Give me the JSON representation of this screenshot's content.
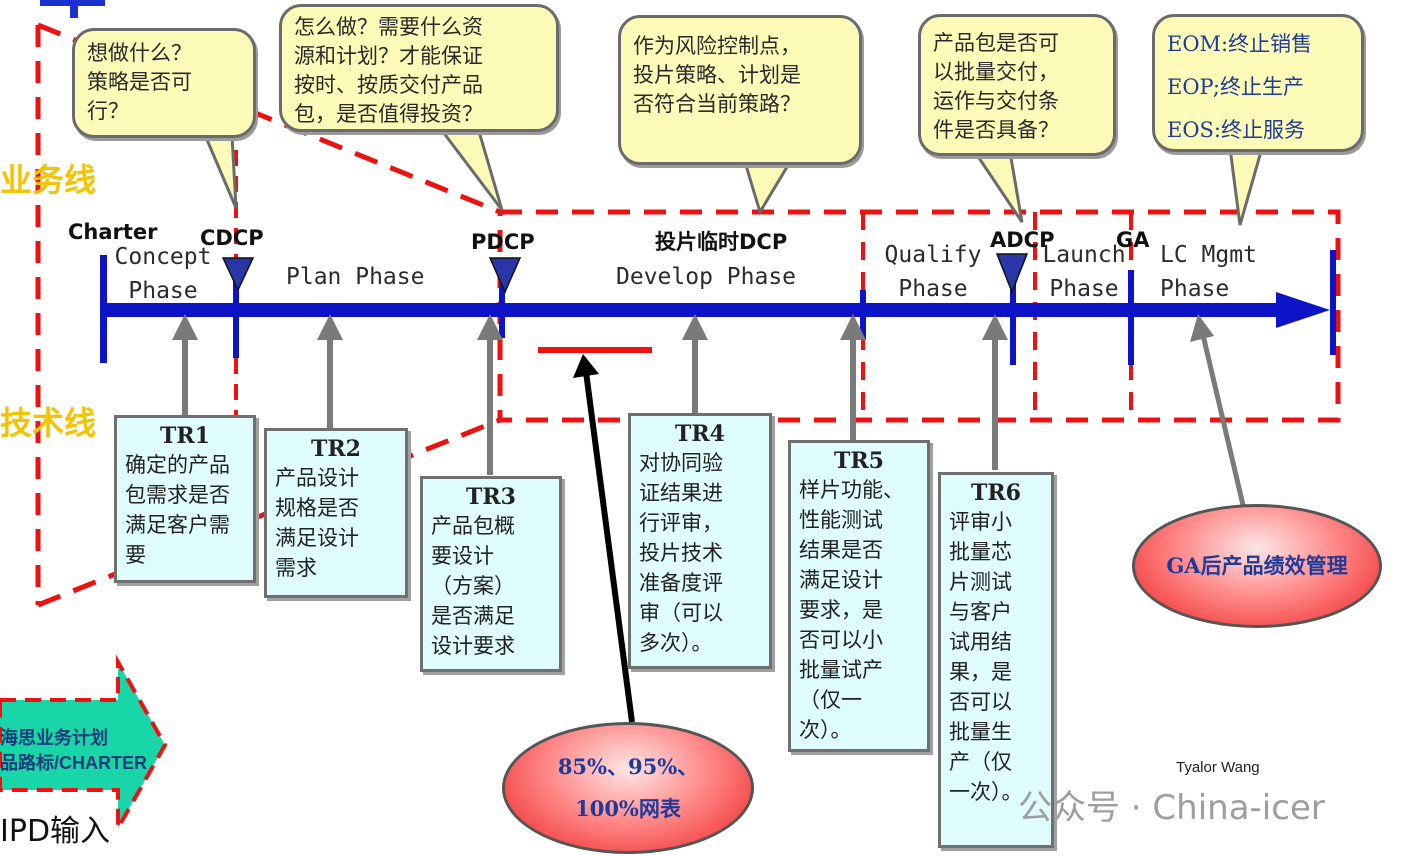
{
  "side_labels": {
    "business": "业务线",
    "technical": "技术线"
  },
  "milestones": {
    "charter": "Charter",
    "cdcp": "CDCP",
    "pdcp": "PDCP",
    "temp_dcp": "投片临时DCP",
    "adcp": "ADCP",
    "ga": "GA"
  },
  "phases": {
    "concept": [
      "Concept",
      "Phase"
    ],
    "plan": "Plan Phase",
    "develop": "Develop Phase",
    "qualify": [
      "Qualify",
      "Phase"
    ],
    "launch": [
      "Launch",
      "Phase"
    ],
    "lcmgmt": [
      "LC Mgmt",
      "Phase"
    ]
  },
  "callouts": {
    "concept": [
      "想做什么？",
      "策略是否可",
      "行？"
    ],
    "plan": [
      "怎么做？需要什么资",
      "源和计划？才能保证",
      "按时、按质交付产品",
      "包，是否值得投资？"
    ],
    "develop": [
      "作为风险控制点，",
      "投片策略、计划是",
      "否符合当前策路？"
    ],
    "qualify": [
      "产品包是否可",
      "以批量交付，",
      "运作与交付条",
      "件是否具备？"
    ],
    "lifecycle": [
      "EOM:终止销售",
      "EOP;终止生产",
      "EOS:终止服务"
    ]
  },
  "reviews": [
    {
      "title": "TR1",
      "lines": [
        "确定的产品",
        "包需求是否",
        "满足客户需",
        "要"
      ]
    },
    {
      "title": "TR2",
      "lines": [
        "产品设计",
        "规格是否",
        "满足设计",
        "需求"
      ]
    },
    {
      "title": "TR3",
      "lines": [
        "产品包概",
        "要设计",
        "（方案）",
        "是否满足",
        "设计要求"
      ]
    },
    {
      "title": "TR4",
      "lines": [
        "对协同验",
        "证结果进",
        "行评审，",
        "投片技术",
        "准备度评",
        "审（可以",
        "多次）。"
      ]
    },
    {
      "title": "TR5",
      "lines": [
        "样片功能、",
        "性能测试",
        "结果是否",
        "满足设计",
        "要求，是",
        "否可以小",
        "批量试产",
        "（仅一",
        "次）。"
      ]
    },
    {
      "title": "TR6",
      "lines": [
        "评审小",
        "批量芯",
        "片测试",
        "与客户",
        "试用结",
        "果，是",
        "否可以",
        "批量生",
        "产（仅",
        "一次）。"
      ]
    }
  ],
  "ovals": {
    "netlist": [
      "85%、95%、",
      "100%网表"
    ],
    "ga_perf": "GA后产品绩效管理"
  },
  "input_arrow": [
    "海思业务计划",
    "品路标/CHARTER"
  ],
  "ipd_input": "IPD输入",
  "watermark": {
    "author": "Tyalor Wang",
    "account": "公众号 · China-icer"
  },
  "colors": {
    "timeline": "#0d14c8",
    "dashed": "#ee1111",
    "side_label": "#f5c400",
    "callout_bg": "#fdfbb8",
    "review_bg": "#dffcff",
    "arrow_green": "#19d6a8"
  }
}
